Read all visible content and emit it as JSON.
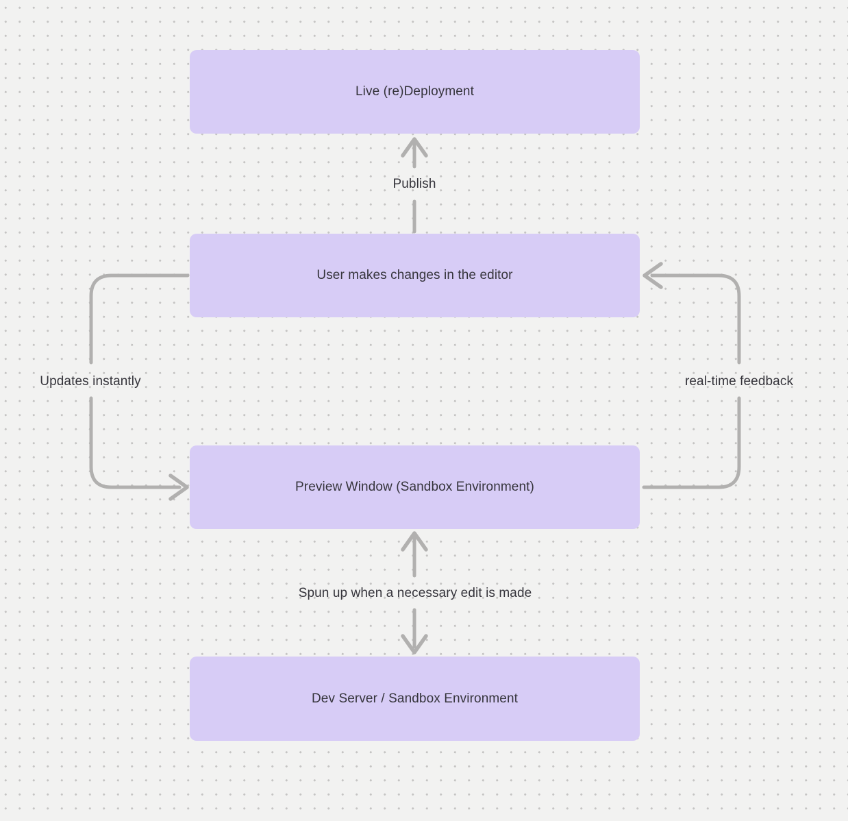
{
  "diagram": {
    "nodes": [
      {
        "id": "live-deployment",
        "label": "Live (re)Deployment"
      },
      {
        "id": "user-editor",
        "label": "User makes changes in the editor"
      },
      {
        "id": "preview-window",
        "label": "Preview Window (Sandbox Environment)"
      },
      {
        "id": "dev-server",
        "label": "Dev Server / Sandbox Environment"
      }
    ],
    "edges": [
      {
        "id": "publish",
        "label": "Publish",
        "from": "user-editor",
        "to": "live-deployment",
        "direction": "up"
      },
      {
        "id": "updates-instantly",
        "label": "Updates instantly",
        "from": "user-editor",
        "to": "preview-window",
        "direction": "left-loop-down"
      },
      {
        "id": "real-time-feedback",
        "label": "real-time feedback",
        "from": "preview-window",
        "to": "user-editor",
        "direction": "right-loop-up"
      },
      {
        "id": "spun-up",
        "label": "Spun up when a necessary edit is made",
        "from": "preview-window",
        "to": "dev-server",
        "direction": "both"
      }
    ],
    "colors": {
      "node_fill": "#d7ccf6",
      "node_text": "#35343b",
      "arrow": "#b1b0af",
      "canvas_background": "#f2f2f1",
      "grid_dot": "#c5c4c3"
    }
  }
}
